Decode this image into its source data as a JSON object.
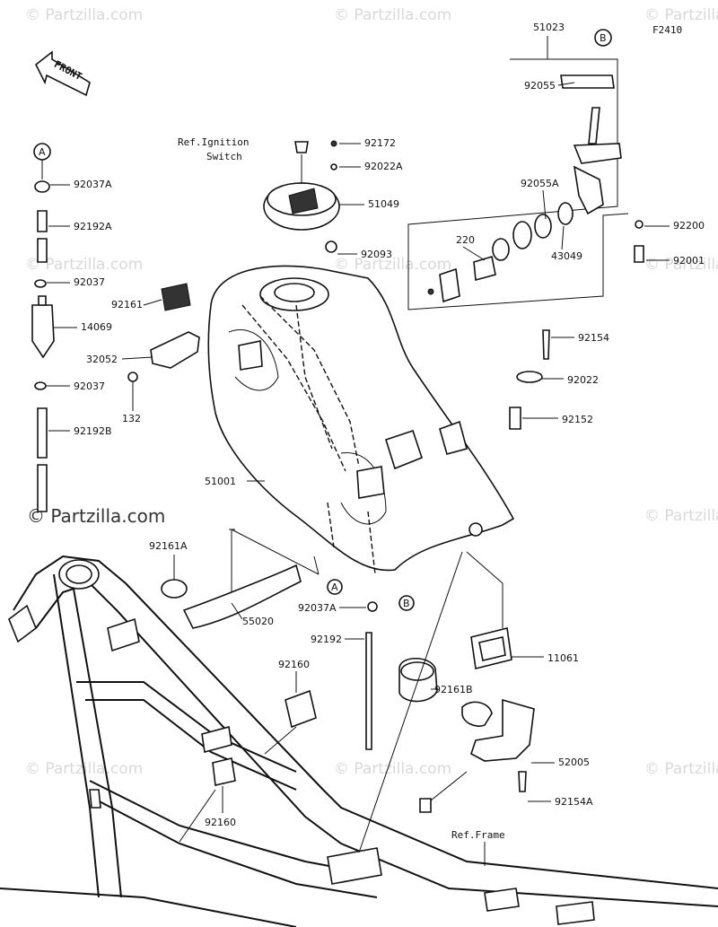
{
  "figure_code": "F2410",
  "brand_watermark": "© Partzilla.com",
  "front_label": "FRONT",
  "callouts": {
    "a1": "A",
    "a2": "A",
    "b1": "B",
    "b2": "B"
  },
  "parts": {
    "p51023": "51023",
    "p92055": "92055",
    "p92055a": "92055A",
    "p220": "220",
    "p43049": "43049",
    "p92200": "92200",
    "p92001": "92001",
    "ref_ign_1": "Ref.Ignition",
    "ref_ign_2": "Switch",
    "p92172": "92172",
    "p92022a": "92022A",
    "p51049": "51049",
    "p92093": "92093",
    "p92037a_top": "92037A",
    "p92192a": "92192A",
    "p92037_1": "92037",
    "p14069": "14069",
    "p92037_2": "92037",
    "p92192b": "92192B",
    "p92161": "92161",
    "p32052": "32052",
    "p132": "132",
    "p92154": "92154",
    "p92022": "92022",
    "p92152": "92152",
    "p51001": "51001",
    "p92161a": "92161A",
    "p55020": "55020",
    "p92037a_bot": "92037A",
    "p92192": "92192",
    "p92160_1": "92160",
    "p92160_2": "92160",
    "p11061": "11061",
    "p92161b": "92161B",
    "p52005": "52005",
    "p92154a": "92154A",
    "ref_frame": "Ref.Frame"
  }
}
